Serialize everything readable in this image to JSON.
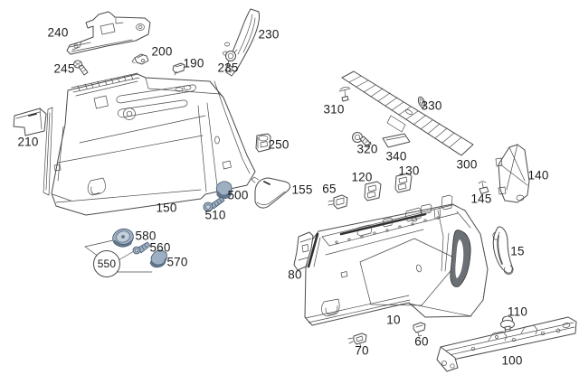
{
  "diagram": {
    "background": "#ffffff",
    "line_color": "#4a4a4a",
    "label_color": "#1c1c1c",
    "highlight_color": "#9db0c3",
    "highlight_shadow": "#64788e",
    "highlighted_parts": [
      "500",
      "510",
      "560",
      "570",
      "580"
    ],
    "circled_part": "550",
    "labels": {
      "p10": "10",
      "p15": "15",
      "p60": "60",
      "p65": "65",
      "p70": "70",
      "p80": "80",
      "p100": "100",
      "p110": "110",
      "p120": "120",
      "p130": "130",
      "p140": "140",
      "p145": "145",
      "p150": "150",
      "p155": "155",
      "p190": "190",
      "p200": "200",
      "p210": "210",
      "p230": "230",
      "p235": "235",
      "p240": "240",
      "p245": "245",
      "p250": "250",
      "p300": "300",
      "p310": "310",
      "p320": "320",
      "p330": "330",
      "p340": "340",
      "p500": "500",
      "p510": "510",
      "p550": "550",
      "p560": "560",
      "p570": "570",
      "p580": "580"
    }
  }
}
